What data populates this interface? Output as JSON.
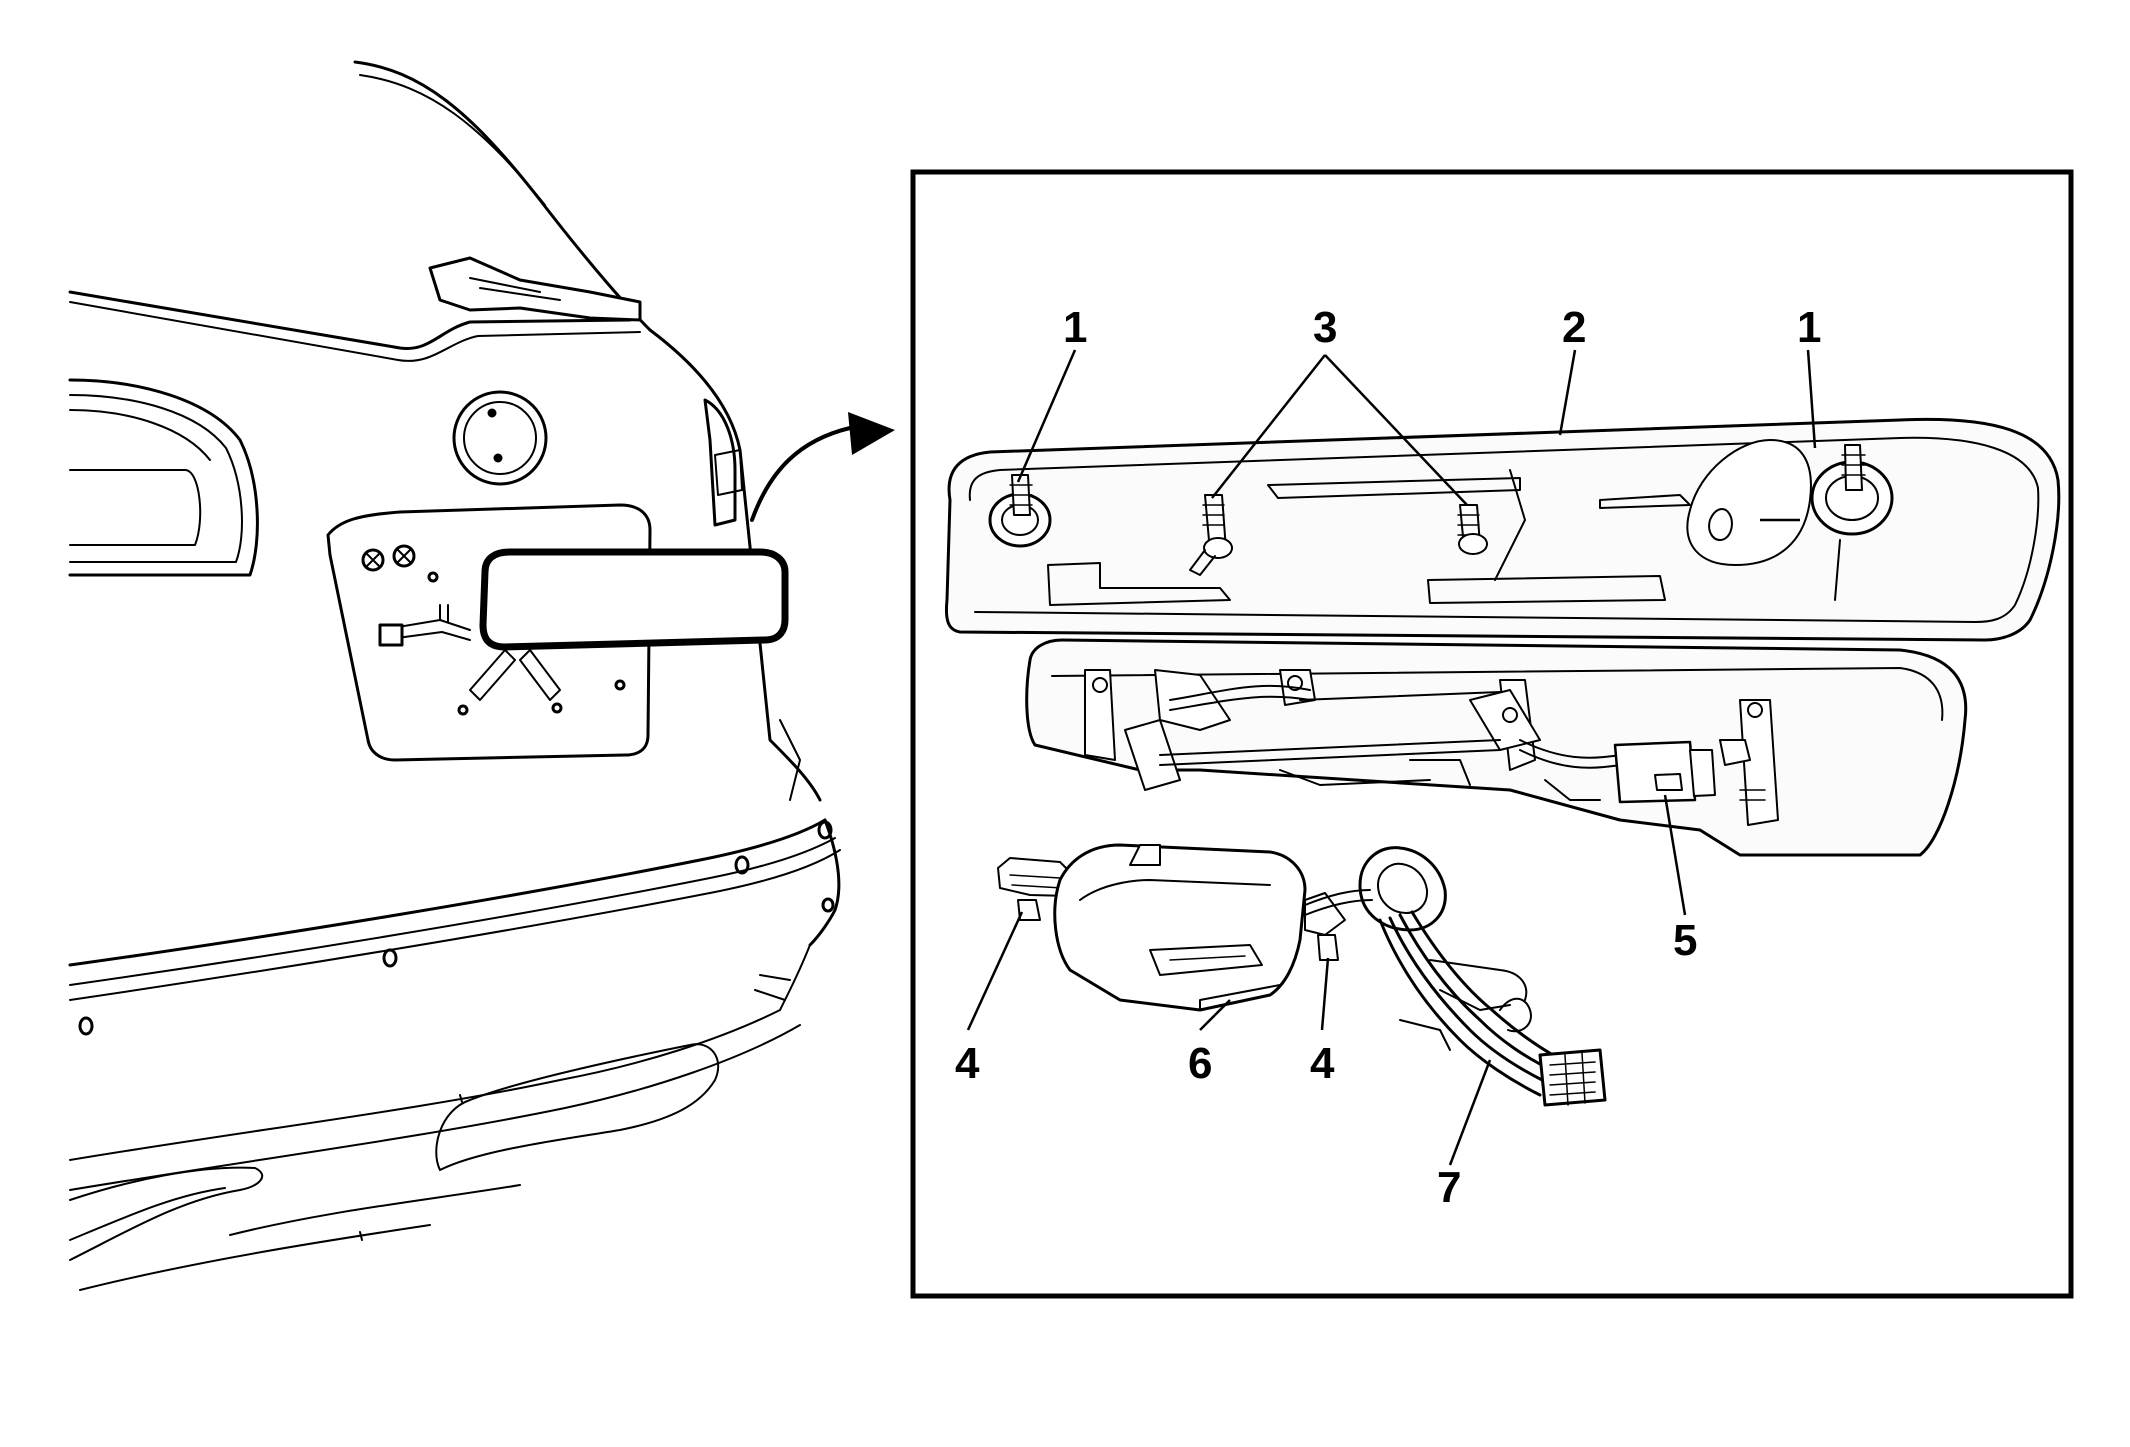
{
  "diagram": {
    "callouts": [
      {
        "id": "callout-1-left",
        "label": "1"
      },
      {
        "id": "callout-3",
        "label": "3"
      },
      {
        "id": "callout-2",
        "label": "2"
      },
      {
        "id": "callout-1-right",
        "label": "1"
      },
      {
        "id": "callout-5",
        "label": "5"
      },
      {
        "id": "callout-4-left",
        "label": "4"
      },
      {
        "id": "callout-6",
        "label": "6"
      },
      {
        "id": "callout-4-right",
        "label": "4"
      },
      {
        "id": "callout-7",
        "label": "7"
      }
    ],
    "colors": {
      "line": "#000000",
      "background": "#ffffff",
      "fill_light": "#f4f4f4"
    }
  }
}
